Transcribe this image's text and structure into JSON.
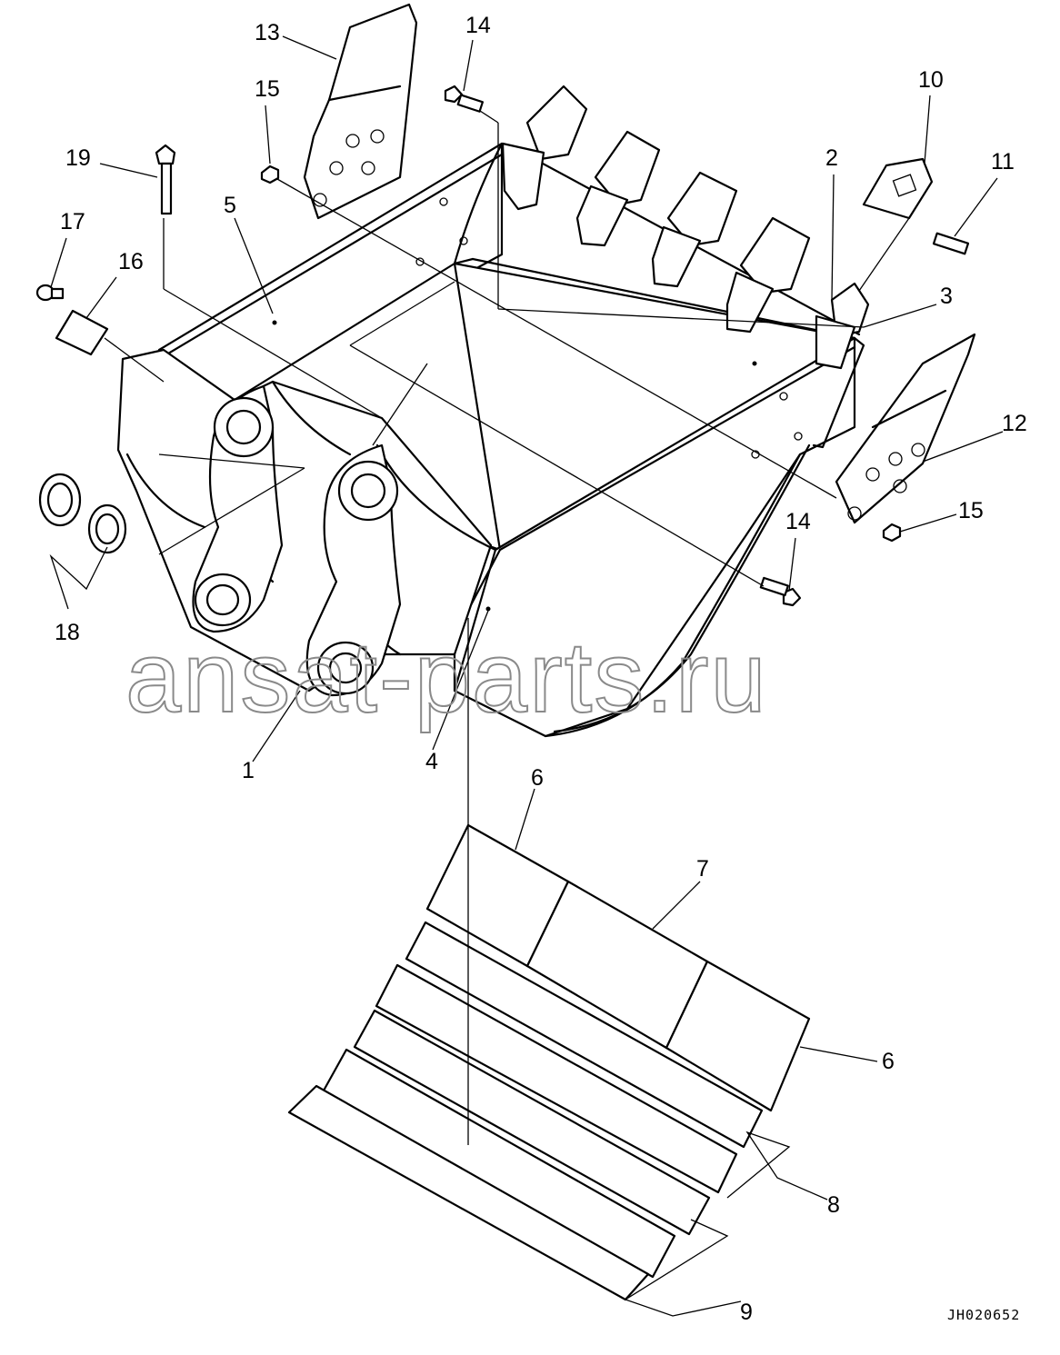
{
  "watermark": "ansat-parts.ru",
  "drawing_code": "JH020652",
  "callouts": {
    "c1": "1",
    "c2": "2",
    "c3": "3",
    "c4": "4",
    "c5": "5",
    "c6a": "6",
    "c6b": "6",
    "c7": "7",
    "c8": "8",
    "c9": "9",
    "c10": "10",
    "c11": "11",
    "c12": "12",
    "c13": "13",
    "c14a": "14",
    "c14b": "14",
    "c15a": "15",
    "c15b": "15",
    "c16": "16",
    "c17": "17",
    "c18": "18",
    "c19": "19"
  }
}
